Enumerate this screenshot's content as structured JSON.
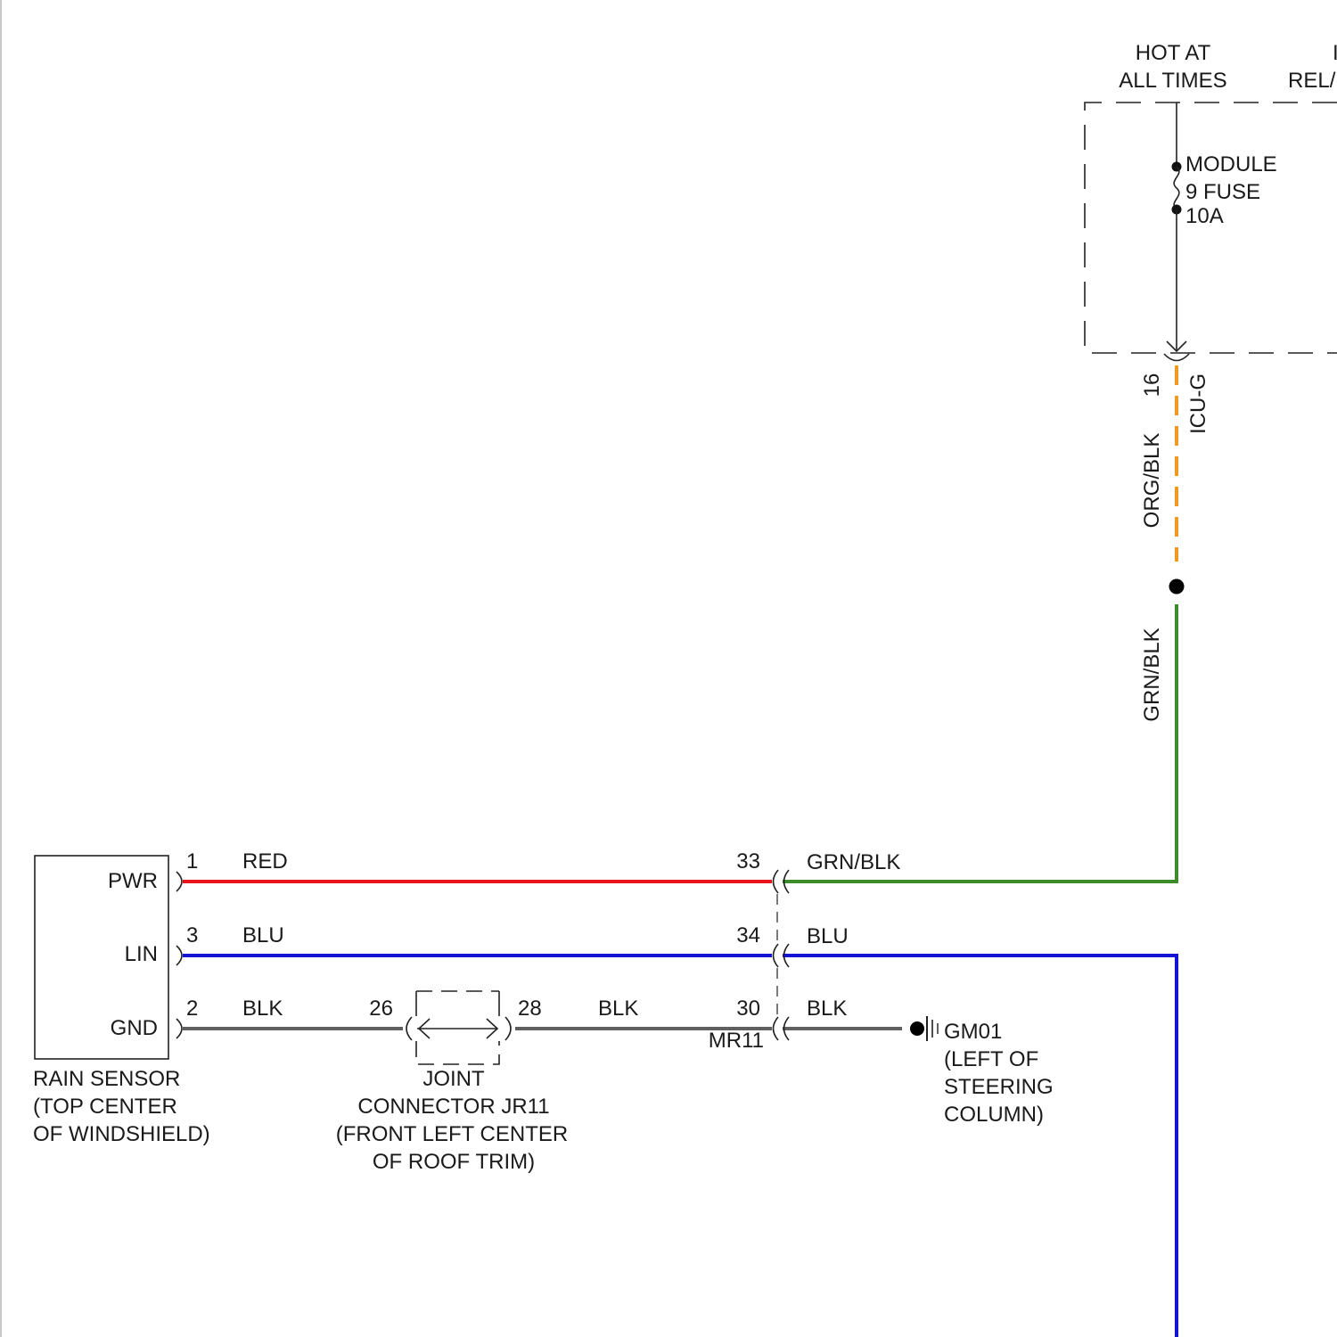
{
  "colors": {
    "red_wire": "#e8141c",
    "blue_wire": "#1515d6",
    "black_wire": "#606060",
    "green_wire": "#3c8c2a",
    "orange_wire": "#ef9a22",
    "line": "#222222",
    "text": "#1a1a1a"
  },
  "power": {
    "hot_line1": "HOT AT",
    "hot_line2": "ALL TIMES",
    "partial_line1": "I",
    "partial_line2": "REL/",
    "fuse_line1": "MODULE",
    "fuse_line2": "9 FUSE",
    "fuse_line3": "10A"
  },
  "vertical_feed": {
    "pin": "16",
    "connector": "ICU-G",
    "upper_wire": "ORG/BLK",
    "lower_wire": "GRN/BLK"
  },
  "rain_sensor": {
    "pins": {
      "pwr": "PWR",
      "lin": "LIN",
      "gnd": "GND"
    },
    "label_line1": "RAIN SENSOR",
    "label_line2": "(TOP CENTER",
    "label_line3": "OF WINDSHIELD)"
  },
  "wires": {
    "pwr": {
      "pin": "1",
      "color": "RED",
      "far_pin": "33",
      "far_color": "GRN/BLK"
    },
    "lin": {
      "pin": "3",
      "color": "BLU",
      "far_pin": "34",
      "far_color": "BLU"
    },
    "gnd": {
      "pin": "2",
      "color": "BLK",
      "joint_in": "26",
      "joint_out": "28",
      "mid_color": "BLK",
      "far_pin": "30",
      "far_color": "BLK"
    }
  },
  "inline_connector": "MR11",
  "joint": {
    "line1": "JOINT",
    "line2": "CONNECTOR JR11",
    "line3": "(FRONT LEFT CENTER",
    "line4": "OF ROOF TRIM)"
  },
  "ground": {
    "line1": "GM01",
    "line2": "(LEFT OF",
    "line3": "STEERING",
    "line4": "COLUMN)"
  }
}
